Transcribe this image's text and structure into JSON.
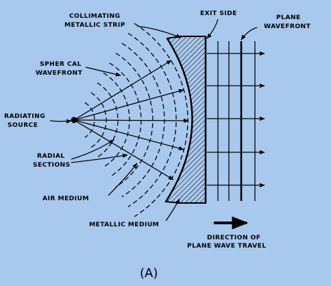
{
  "diagram": {
    "background": "#a9c8ee",
    "ink": "#000000",
    "labels": {
      "collimating_strip": [
        "COLLIMATING",
        "METALLIC STRIP"
      ],
      "exit_side": "EXIT SIDE",
      "plane_wavefront": [
        "PLANE",
        "WAVEFRONT"
      ],
      "spherical_wavefront": [
        "SPHER CAL",
        "WAVEFRONT"
      ],
      "radiating_source": [
        "RADIATING",
        "SOURCE"
      ],
      "radial_sections": [
        "RADIAL",
        "SECTIONS"
      ],
      "air_medium": "AIR MEDIUM",
      "metallic_medium": "METALLIC MEDIUM",
      "direction": [
        "DIRECTION OF",
        "PLANE WAVE TRAVEL"
      ],
      "caption": "(A)"
    }
  }
}
